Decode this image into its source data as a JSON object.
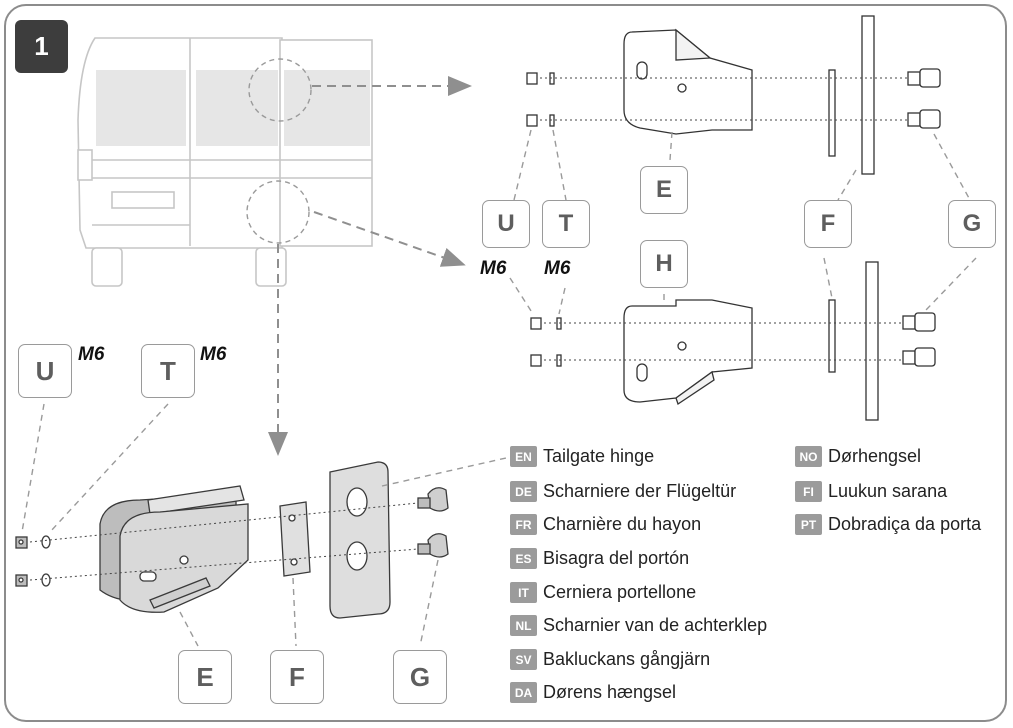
{
  "step_number": "1",
  "labels": {
    "U": "U",
    "T": "T",
    "E": "E",
    "F": "F",
    "G": "G",
    "H": "H"
  },
  "screw_size": "M6",
  "legend": [
    {
      "code": "EN",
      "text": "Tailgate hinge"
    },
    {
      "code": "DE",
      "text": "Scharniere der Flügeltür"
    },
    {
      "code": "FR",
      "text": "Charnière du hayon"
    },
    {
      "code": "ES",
      "text": "Bisagra del portón"
    },
    {
      "code": "IT",
      "text": "Cerniera portellone"
    },
    {
      "code": "NL",
      "text": "Scharnier van de achterklep"
    },
    {
      "code": "SV",
      "text": "Bakluckans gångjärn"
    },
    {
      "code": "DA",
      "text": "Dørens hængsel"
    },
    {
      "code": "NO",
      "text": "Dørhengsel"
    },
    {
      "code": "FI",
      "text": "Luukun sarana"
    },
    {
      "code": "PT",
      "text": "Dobradiça da porta"
    }
  ],
  "colors": {
    "frame": "#8c8c8c",
    "step_badge": "#3d3d3d",
    "label_text": "#5e5e5e",
    "code_badge": "#9b9b9b",
    "part_fill": "#d9d9d9"
  }
}
